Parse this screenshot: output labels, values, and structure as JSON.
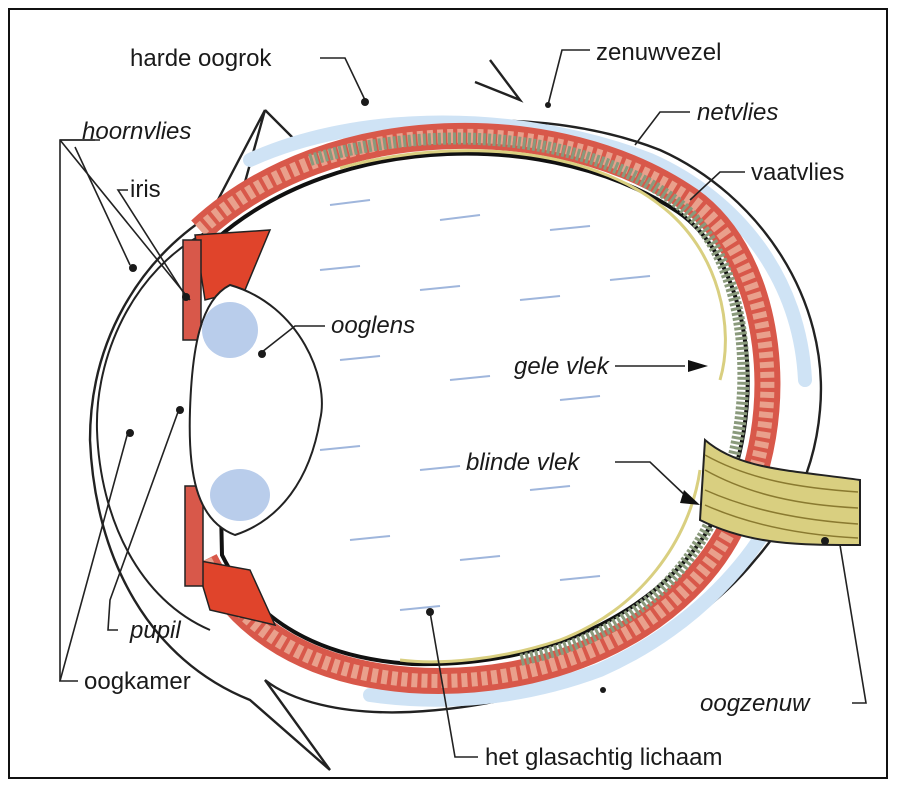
{
  "colors": {
    "sclera_fill": "#ffffff",
    "sclera_tint": "#cfe3f5",
    "choroid": "#d8584a",
    "choroid_cells": "#e9a08c",
    "retina": "#8a9a7c",
    "nerve": "#d9cf80",
    "lens": "#b9cdeb",
    "muscle": "#e0442b",
    "vitreous_streak": "#9fb6dc"
  },
  "labels": {
    "harde_oogrok": "harde oogrok",
    "zenuwvezel": "zenuwvezel",
    "hoornvlies": "hoornvlies",
    "netvlies": "netvlies",
    "iris": "iris",
    "vaatvlies": "vaatvlies",
    "ooglens": "ooglens",
    "gele_vlek": "gele vlek",
    "blinde_vlek": "blinde vlek",
    "pupil": "pupil",
    "oogkamer": "oogkamer",
    "oogzenuw": "oogzenuw",
    "glasachtig": "het glasachtig lichaam"
  }
}
